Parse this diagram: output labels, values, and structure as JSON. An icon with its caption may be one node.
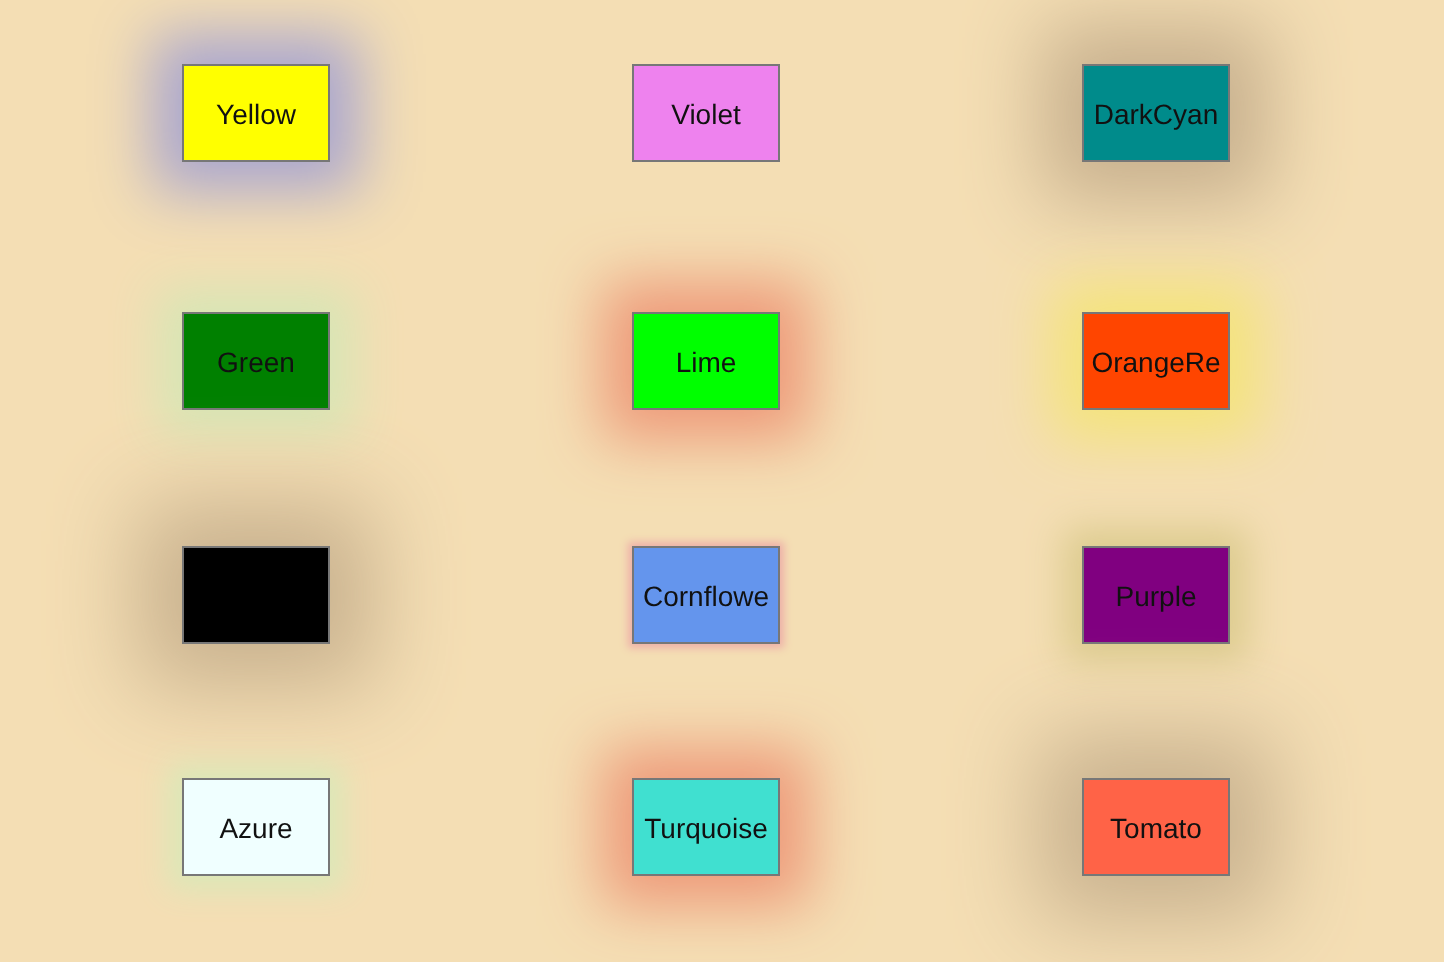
{
  "diagram": {
    "nodes": [
      {
        "text": [
          "Yellow"
        ]
      },
      {
        "text": [
          "Violet"
        ]
      },
      {
        "text": [
          "DarkCyan"
        ]
      },
      {
        "text": [
          "Green"
        ]
      },
      {
        "text": [
          "Lime"
        ]
      },
      {
        "text": [
          "OrangeRe"
        ]
      },
      {
        "text": [],
        "shape": "box"
      },
      {
        "text": [
          "Cornflowe"
        ]
      },
      {
        "text": [
          "Purple"
        ]
      },
      {
        "text": [
          "Azure"
        ]
      },
      {
        "text": [
          "Turquoise"
        ]
      },
      {
        "text": [
          "Tomato"
        ]
      }
    ]
  }
}
